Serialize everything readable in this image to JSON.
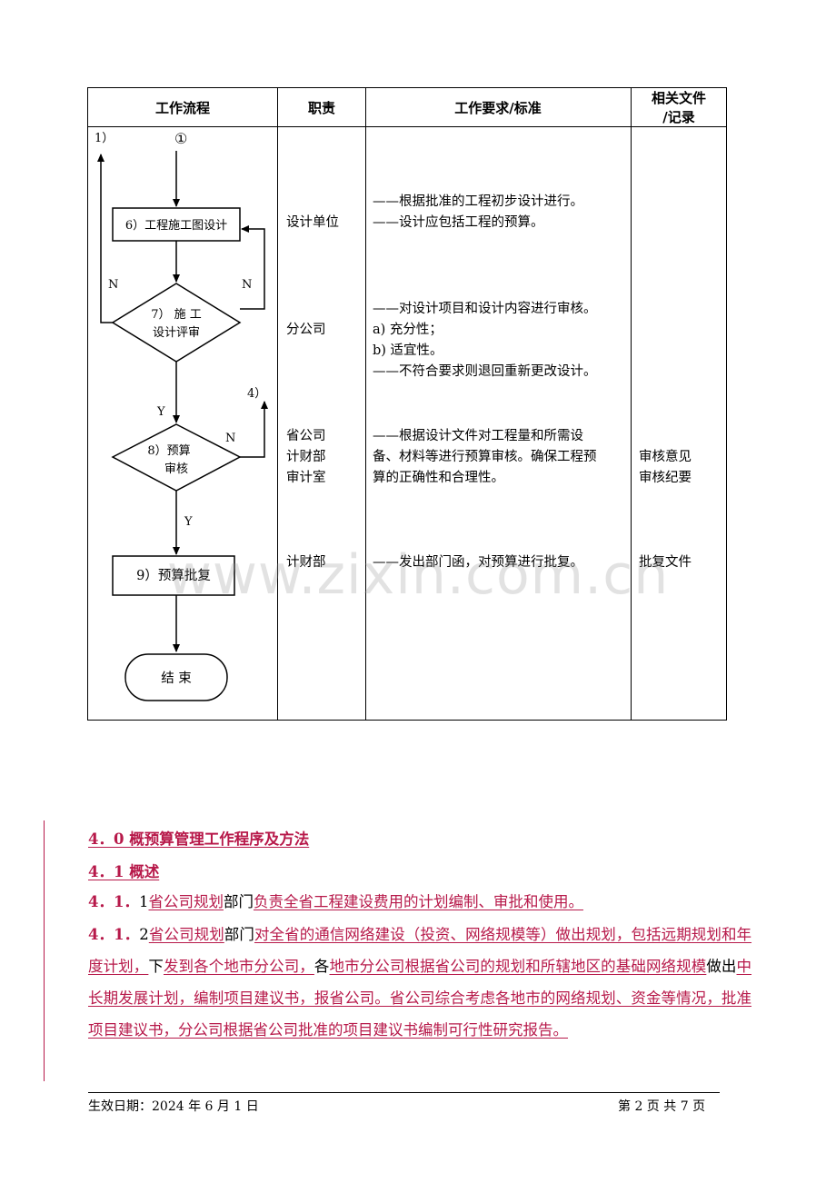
{
  "table": {
    "headers": {
      "flow": "工作流程",
      "duty": "职责",
      "standard": "工作要求/标准",
      "docs_line1": "相关文件",
      "docs_line2": "/记录"
    },
    "flow": {
      "connector_left": "1）",
      "connector_top": "①",
      "connector_right": "4）",
      "box6": "6）工程施工图设计",
      "diamond7_line1": "7）  施  工",
      "diamond7_line2": "设计评审",
      "diamond8_line1": "8）预算",
      "diamond8_line2": "审核",
      "box9": "9）预算批复",
      "end": "结    束",
      "n1": "N",
      "n2": "N",
      "n3": "N",
      "y1": "Y",
      "y2": "Y"
    },
    "rows": [
      {
        "duty": [
          "设计单位"
        ],
        "standard": [
          "——根据批准的工程初步设计进行。",
          "——设计应包括工程的预算。"
        ],
        "docs": []
      },
      {
        "duty": [
          "分公司"
        ],
        "standard": [
          "——对设计项目和设计内容进行审核。",
          "a) 充分性；",
          "b) 适宜性。",
          "——不符合要求则退回重新更改设计。"
        ],
        "docs": []
      },
      {
        "duty": [
          "省公司",
          "计财部",
          "审计室"
        ],
        "standard": [
          "——根据设计文件对工程量和所需设",
          "备、材料等进行预算审核。确保工程预",
          "算的正确性和合理性。"
        ],
        "docs": [
          "审核意见",
          "审核纪要"
        ]
      },
      {
        "duty": [
          "计财部"
        ],
        "standard": [
          "——发出部门函，对预算进行批复。"
        ],
        "docs": [
          "批复文件"
        ]
      }
    ]
  },
  "watermark": "www.zixin.com.cn",
  "section": {
    "h40": "4．0 概预算管理工作程序及方法",
    "h41": "4．1 概述",
    "p411": {
      "num": "4．1．",
      "sub": "1",
      "a": "省公司规划",
      "b": "部门",
      "c": "负责全省工程建设费用的计划编制、审批和使用。"
    },
    "p412": {
      "num": "4．1．",
      "sub": "2",
      "a": "省公司规划",
      "b": "部门",
      "c": "对全省的通信网络建设（投资、网络规模等）做出规划，包括远期规划和年度计划，",
      "d": "下",
      "e": "发到各个地市分公司，",
      "f": "各",
      "g": "地市分公司根据省公司的规划和所辖地区的基础网络规模",
      "h": "做出",
      "i": "中长期发展计划，编制项目建议书，报省公司。省公司综合考虑各地市的网络规划、资金等情况，批准项目建议书，分公司根据省公司批准的项目建议书编制可行性研究报告。"
    }
  },
  "footer": {
    "effective": "生效日期：2024 年 6 月 1 日",
    "page": "第 2 页  共 7 页"
  }
}
